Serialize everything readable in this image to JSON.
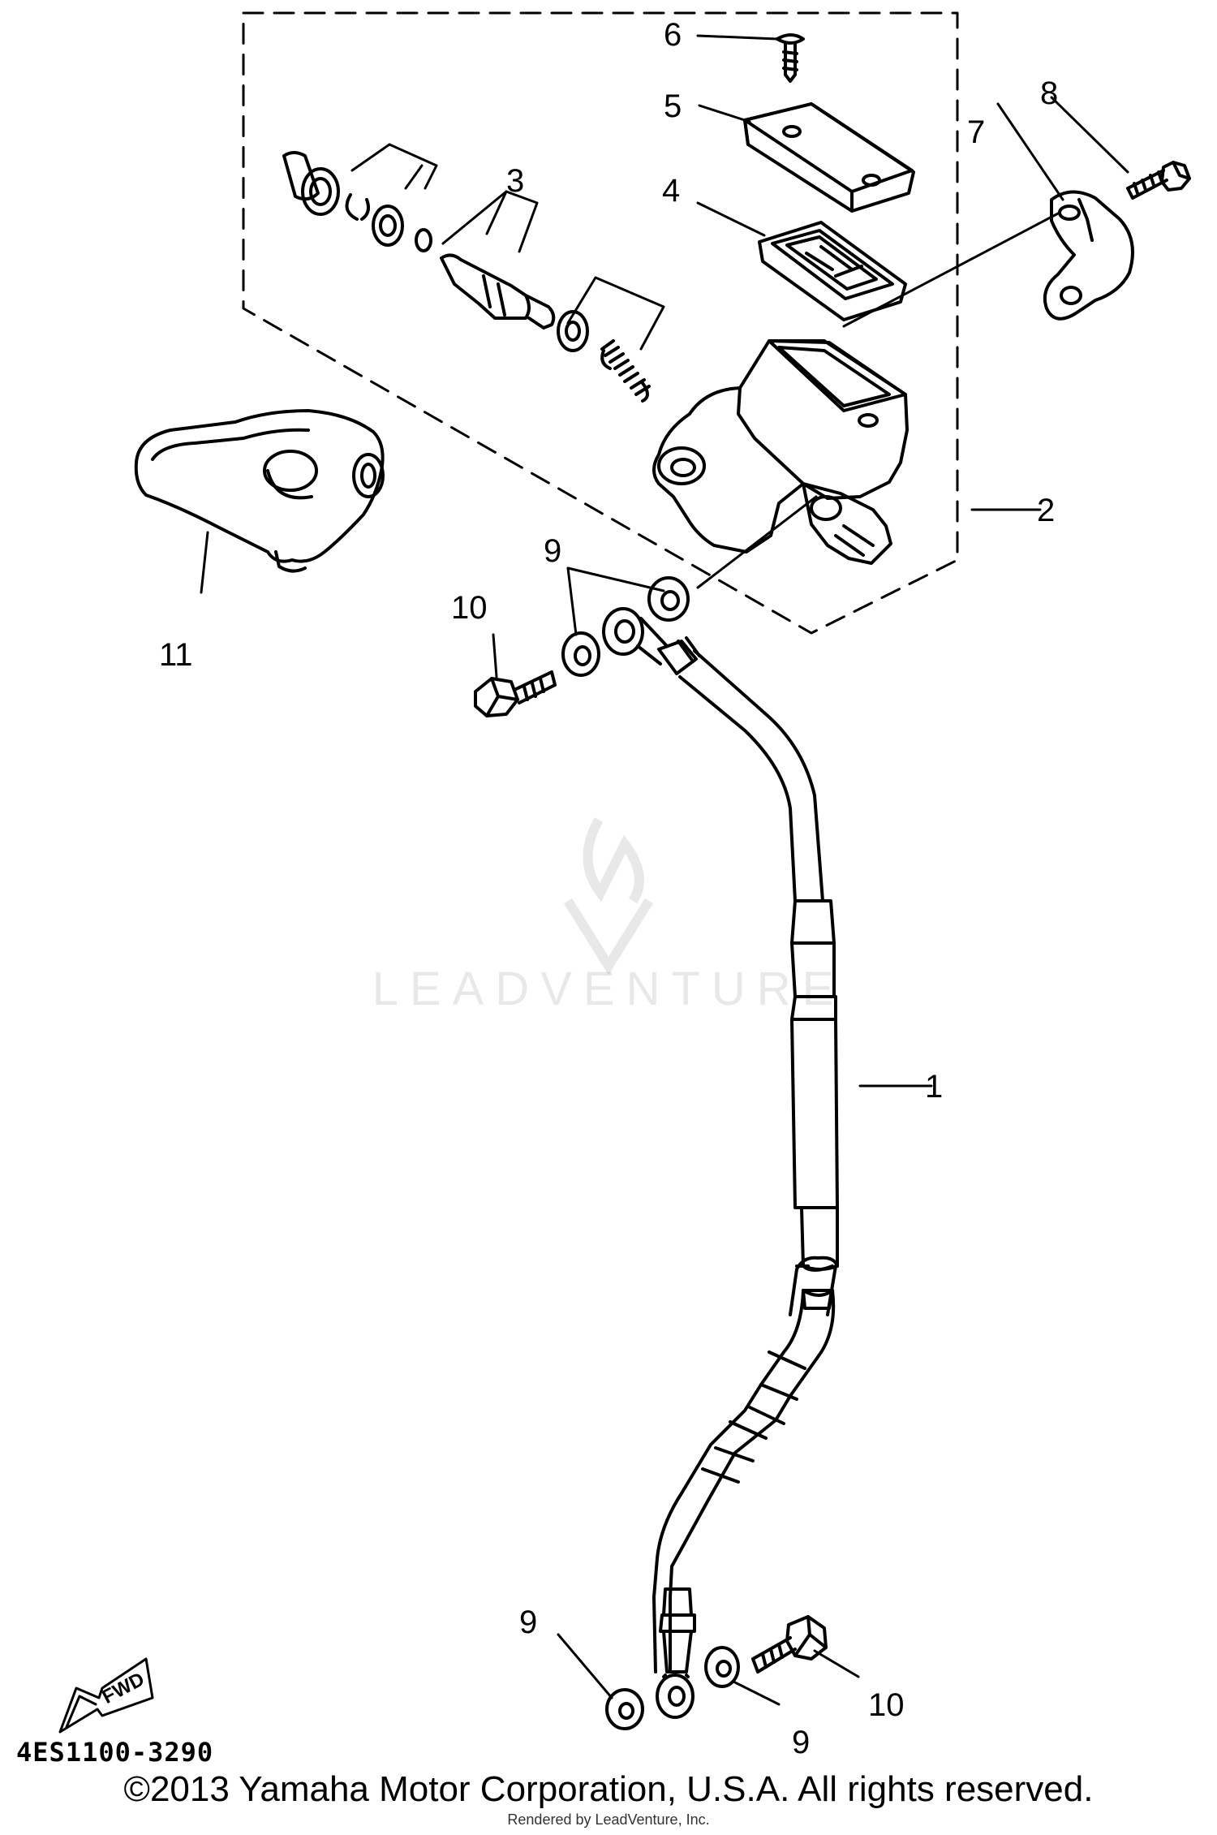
{
  "diagram": {
    "callouts": {
      "p1": "1",
      "p2": "2",
      "p3": "3",
      "p4": "4",
      "p5": "5",
      "p6": "6",
      "p7": "7",
      "p8": "8",
      "p9a": "9",
      "p9b": "9",
      "p9c": "9",
      "p10a": "10",
      "p10b": "10",
      "p11": "11"
    },
    "fwd_label": "FWD",
    "part_code": "4ES1100-3290"
  },
  "watermark": "LEADVENTURE",
  "footer": {
    "copyright": "©2013 Yamaha Motor Corporation, U.S.A. All rights reserved.",
    "rendered_by": "Rendered by LeadVenture, Inc."
  },
  "colors": {
    "ink": "#000000",
    "background": "#ffffff",
    "watermark": "#e8e8e8"
  }
}
